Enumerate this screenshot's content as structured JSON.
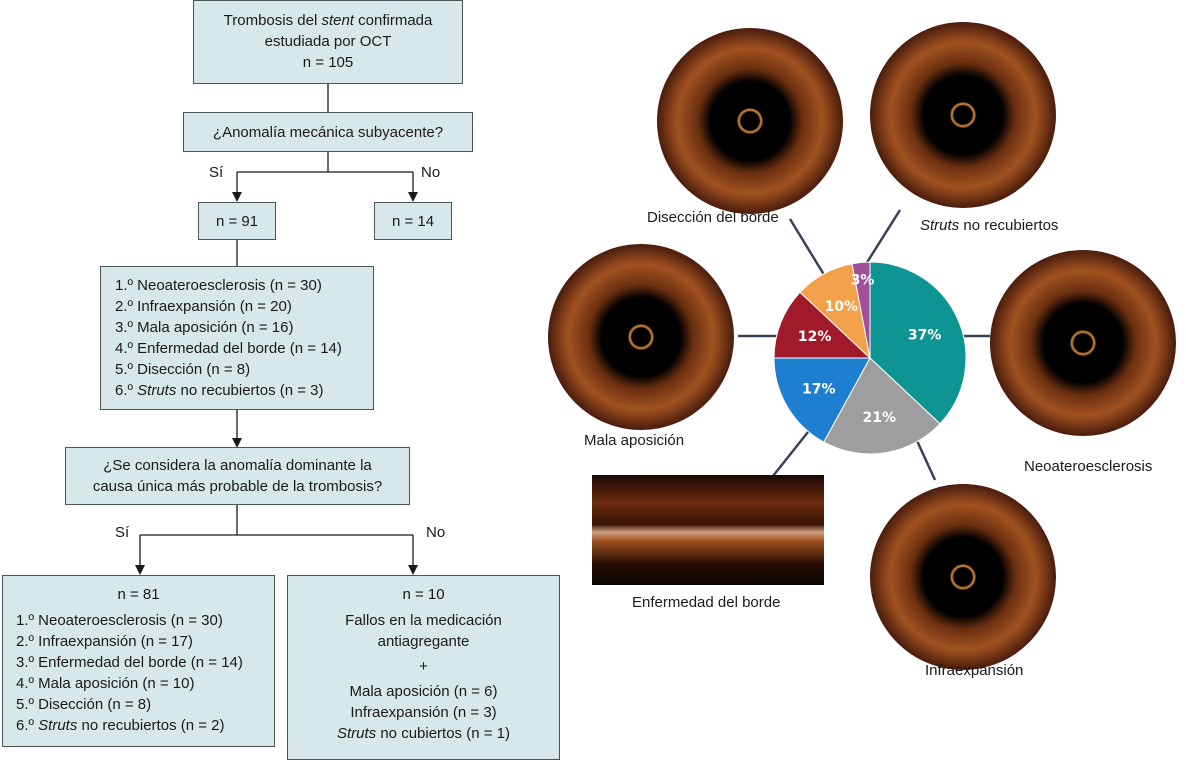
{
  "flowchart": {
    "top_box": {
      "line1_pre": "Trombosis del ",
      "line1_em": "stent",
      "line1_post": " confirmada",
      "line2": "estudiada por OCT",
      "line3": "n = 105"
    },
    "question1": "¿Anomalía mecánica subyacente?",
    "yes_label_1": "Sí",
    "no_label_1": "No",
    "n91": "n = 91",
    "n14": "n = 14",
    "list1": [
      "1.º Neoateroesclerosis (n = 30)",
      "2.º Infraexpansión (n = 20)",
      "3.º Mala aposición (n = 16)",
      "4.º Enfermedad del borde (n = 14)",
      "5.º Disección (n = 8)"
    ],
    "list1_last_pre": "6.º ",
    "list1_last_em": "Struts",
    "list1_last_post": " no recubiertos (n = 3)",
    "question2_line1": "¿Se considera la anomalía dominante la",
    "question2_line2": "causa única más probable de la trombosis?",
    "yes_label_2": "Sí",
    "no_label_2": "No",
    "left_bottom": {
      "title": "n = 81",
      "items": [
        "1.º Neoateroesclerosis (n = 30)",
        "2.º Infraexpansión (n = 17)",
        "3.º Enfermedad del borde (n = 14)",
        "4.º Mala aposición (n = 10)",
        "5.º Disección (n = 8)"
      ],
      "last_pre": "6.º ",
      "last_em": "Struts",
      "last_post": " no recubiertos (n = 2)"
    },
    "right_bottom": {
      "title": "n = 10",
      "line1": "Fallos en la medicación",
      "line2": "antiagregante",
      "plus": "+",
      "line3": "Mala aposición (n = 6)",
      "line4": "Infraexpansión (n = 3)",
      "line5_em": "Struts",
      "line5_post": " no cubiertos (n = 1)"
    }
  },
  "chart_data": {
    "type": "pie",
    "slices": [
      {
        "label": "Neoateroesclerosis",
        "value": 37,
        "text": "37%",
        "color": "#0f9494"
      },
      {
        "label": "Infraexpansión",
        "value": 21,
        "text": "21%",
        "color": "#9e9e9e"
      },
      {
        "label": "Mala aposición",
        "value": 17,
        "text": "17%",
        "color": "#1e7fd0"
      },
      {
        "label": "Enfermedad del borde",
        "value": 12,
        "text": "12%",
        "color": "#a11a2c"
      },
      {
        "label": "Disección del borde",
        "value": 10,
        "text": "10%",
        "color": "#f2a04a"
      },
      {
        "label": "Struts no recubiertos",
        "value": 3,
        "text": "3%",
        "color": "#a24f9a"
      }
    ]
  },
  "captions": {
    "diseccion": "Disección del borde",
    "struts_em": "Struts",
    "struts_post": " no recubiertos",
    "mala": "Mala aposición",
    "neo": "Neoateroesclerosis",
    "enfermedad": "Enfermedad del borde",
    "infra": "Infraexpansión"
  }
}
